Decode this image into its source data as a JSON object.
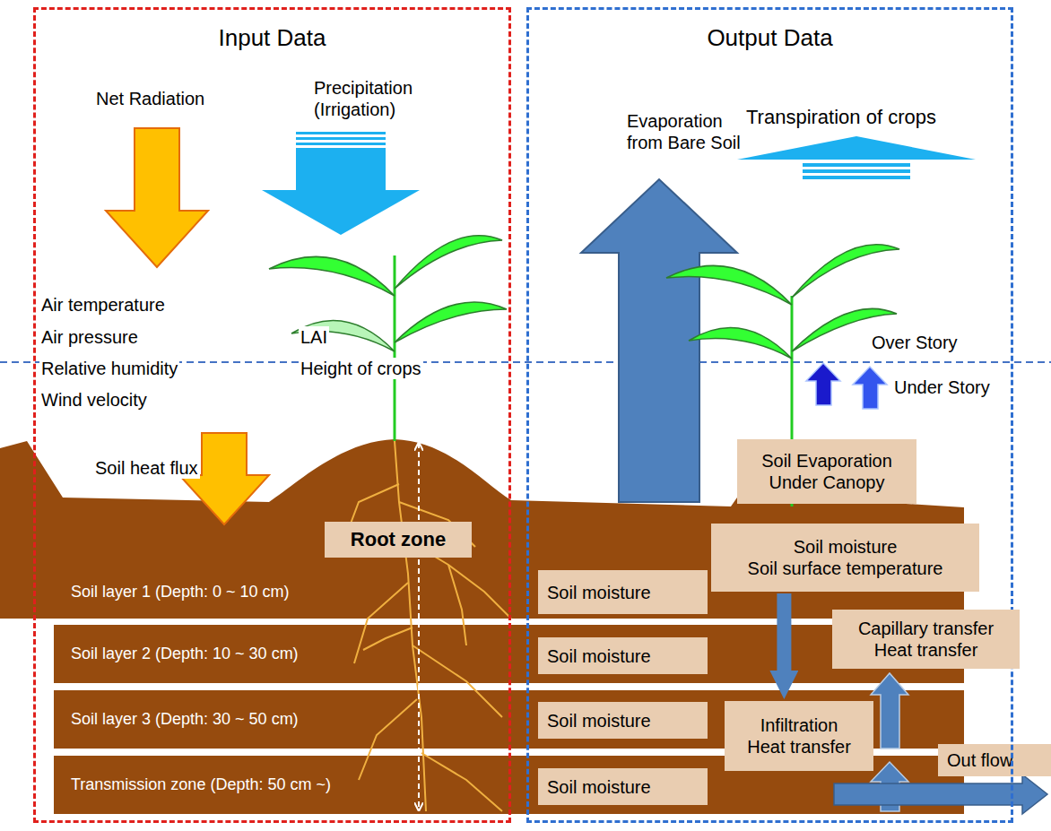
{
  "diagram": {
    "nodes": [
      {
        "text": [
          "Input Data"
        ]
      },
      {
        "text": [
          "Output Data"
        ]
      },
      {
        "text": [
          "Root zone"
        ],
        "in": 0
      },
      {
        "text": [
          "Soil Evaporation Under Canopy"
        ],
        "in": 1
      },
      {
        "text": [
          "Soil moisture",
          "Soil surface temperature"
        ],
        "in": 1
      },
      {
        "text": [
          "Soil layer 1 (Depth: 0 ~ 10 cm)"
        ]
      },
      {
        "text": [
          "Soil moisture"
        ],
        "in": 5
      },
      {
        "text": [
          "Soil layer 2 (Depth: 10 ~ 30 cm)"
        ]
      },
      {
        "text": [
          "Soil moisture"
        ],
        "in": 7
      },
      {
        "text": [
          "Soil layer 3 (Depth: 30 ~ 50 cm)"
        ]
      },
      {
        "text": [
          "Soil moisture"
        ],
        "in": 9
      },
      {
        "text": [
          "Transmission zone (Depth: 50 cm ~)"
        ]
      },
      {
        "text": [
          "Soil moisture"
        ],
        "in": 11
      },
      {
        "text": [
          "Capillary transfer",
          "Heat transfer"
        ],
        "in": 1
      },
      {
        "text": [
          "Infiltration",
          "Heat transfer"
        ],
        "in": 1
      },
      {
        "text": [
          "Out flow"
        ]
      }
    ],
    "edges": [
      {
        "from": 4,
        "to": 14,
        "arrow": "to"
      }
    ],
    "labels": [
      "Net Radiation",
      "Precipitation (Irrigation)",
      "Air temperature",
      "Air pressure",
      "Relative humidity",
      "Wind velocity",
      "LAI",
      "Height of crops",
      "Soil heat flux",
      "Evaporation from Bare Soil",
      "Transpiration of crops",
      "Over Story",
      "Under Story"
    ]
  }
}
